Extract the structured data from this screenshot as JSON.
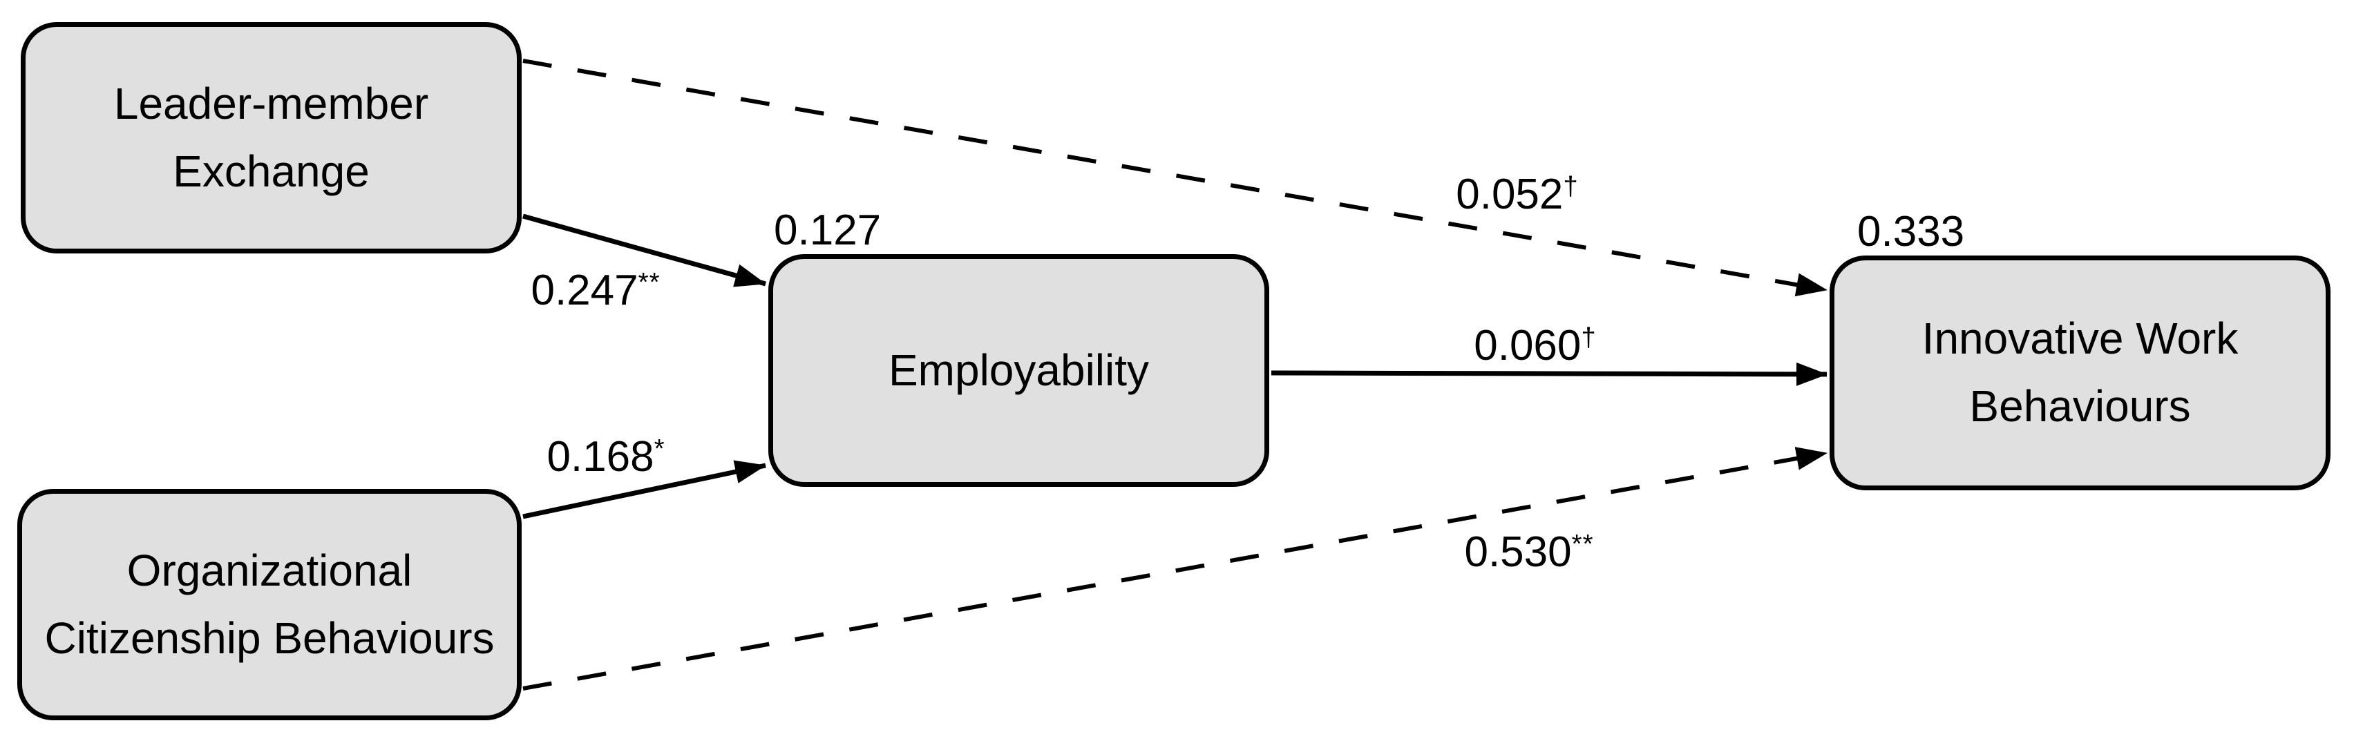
{
  "diagram": {
    "type": "structural-path-model",
    "colors": {
      "background": "#ffffff",
      "node_fill": "#e0e0e0",
      "node_border": "#000000",
      "line_color": "#000000"
    },
    "nodes": [
      {
        "id": "lmx",
        "label": "Leader-member\nExchange"
      },
      {
        "id": "ocb",
        "label": "Organizational\nCitizenship Behaviours"
      },
      {
        "id": "emp",
        "label": "Employability",
        "r_squared": "0.127"
      },
      {
        "id": "iwb",
        "label": "Innovative Work\nBehaviours",
        "r_squared": "0.333"
      }
    ],
    "paths": [
      {
        "id": "lmx-emp",
        "from": "lmx",
        "to": "emp",
        "coefficient": "0.247",
        "significance": "**",
        "style": "solid"
      },
      {
        "id": "ocb-emp",
        "from": "ocb",
        "to": "emp",
        "coefficient": "0.168",
        "significance": "*",
        "style": "solid"
      },
      {
        "id": "emp-iwb",
        "from": "emp",
        "to": "iwb",
        "coefficient": "0.060",
        "significance": "†",
        "style": "solid"
      },
      {
        "id": "lmx-iwb",
        "from": "lmx",
        "to": "iwb",
        "coefficient": "0.052",
        "significance": "†",
        "style": "dashed"
      },
      {
        "id": "ocb-iwb",
        "from": "ocb",
        "to": "iwb",
        "coefficient": "0.530",
        "significance": "**",
        "style": "dashed"
      }
    ]
  }
}
